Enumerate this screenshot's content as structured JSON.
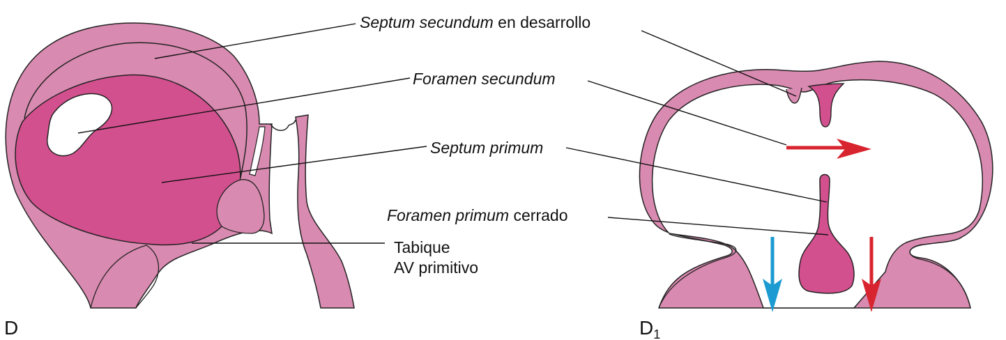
{
  "labels": {
    "septum_secundum_term": "Septum secundum",
    "septum_secundum_rest": " en desarrollo",
    "foramen_secundum": "Foramen secundum",
    "septum_primum": "Septum primum",
    "foramen_primum_term": "Foramen primum",
    "foramen_primum_rest": " cerrado",
    "tabique_line1": "Tabique",
    "tabique_line2": "AV primitivo"
  },
  "panels": {
    "left": "D",
    "right_letter": "D",
    "right_subscript": "1"
  },
  "colors": {
    "wall_pink": "#D98AB0",
    "septum_magenta": "#D3508E",
    "outline": "#222222",
    "arrow_red": "#D8242E",
    "arrow_blue": "#1B9BD1"
  }
}
